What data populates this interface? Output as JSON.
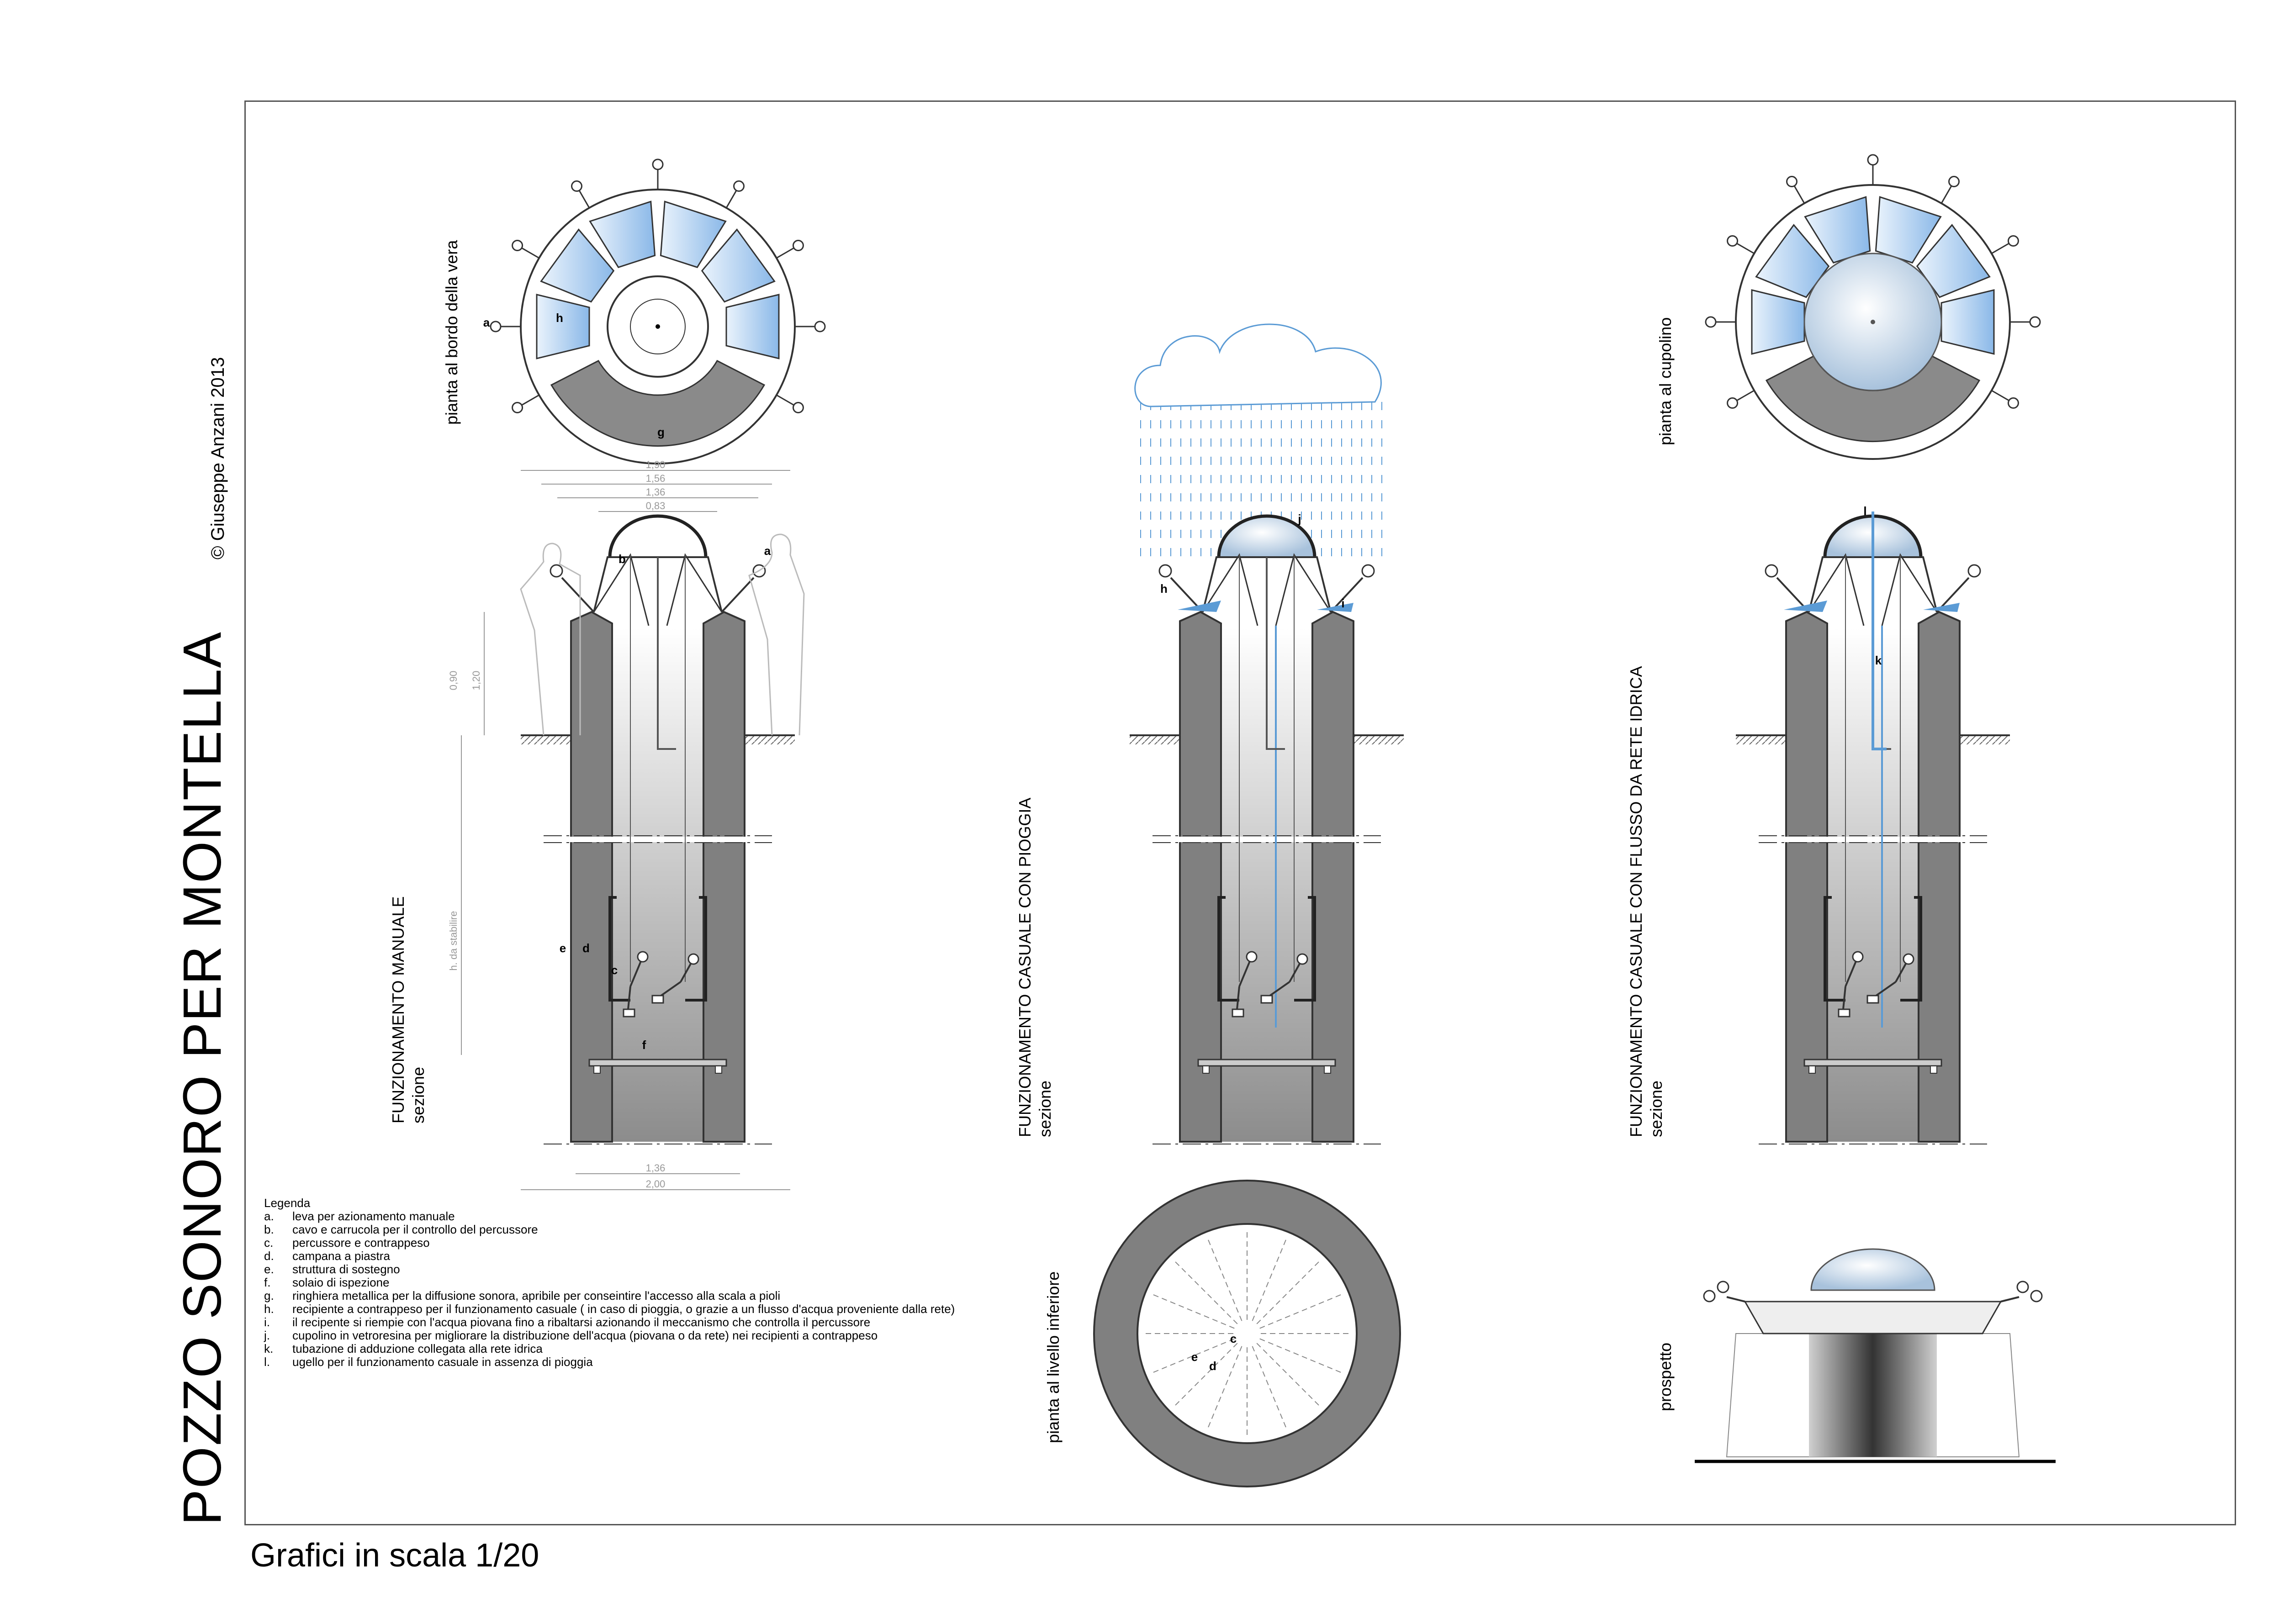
{
  "title": "POZZO SONORO PER MONTELLA",
  "copyright": "© Giuseppe Anzani 2013",
  "scale_note": "Grafici in scala 1/20",
  "views": {
    "plan_rim": "pianta al bordo della vera",
    "plan_dome": "pianta al cupolino",
    "plan_lower": "pianta al livello inferiore",
    "elevation": "prospetto",
    "section_manual": {
      "title": "FUNZIONAMENTO MANUALE",
      "sub": "sezione"
    },
    "section_rain": {
      "title": "FUNZIONAMENTO CASUALE CON PIOGGIA",
      "sub": "sezione"
    },
    "section_network": {
      "title": "FUNZIONAMENTO CASUALE CON FLUSSO DA RETE IDRICA",
      "sub": "sezione"
    }
  },
  "dimensions": {
    "d1": "1,90",
    "d2": "1,56",
    "d3": "1,36",
    "d4": "0,83",
    "h1": "1,20",
    "h2": "0,90",
    "h3": "h. da stabilire",
    "b1": "1,36",
    "b2": "2,00"
  },
  "legend": {
    "title": "Legenda",
    "items": [
      {
        "key": "a.",
        "text": "leva per azionamento manuale"
      },
      {
        "key": "b.",
        "text": "cavo e carrucola per il controllo del percussore"
      },
      {
        "key": "c.",
        "text": "percussore e contrappeso"
      },
      {
        "key": "d.",
        "text": "campana a piastra"
      },
      {
        "key": "e.",
        "text": "struttura di sostegno"
      },
      {
        "key": "f.",
        "text": "solaio di ispezione"
      },
      {
        "key": "g.",
        "text": "ringhiera metallica per la diffusione sonora, apribile per conseintire l'accesso alla scala a pioli"
      },
      {
        "key": "h.",
        "text": "recipiente a contrappeso per il funzionamento casuale   ( in caso di pioggia, o grazie a un flusso d'acqua proveniente dalla rete)"
      },
      {
        "key": "i.",
        "text": "il recipente si riempie con l'acqua piovana fino a ribaltarsi azionando il meccanismo che controlla il percussore"
      },
      {
        "key": "j.",
        "text": "cupolino in vetroresina per migliorare la distribuzione dell'acqua   (piovana o da rete)   nei recipienti a contrappeso"
      },
      {
        "key": "k.",
        "text": "tubazione di adduzione collegata alla rete idrica"
      },
      {
        "key": "l.",
        "text": "ugello per il funzionamento casuale in assenza di pioggia"
      }
    ]
  },
  "marks": {
    "a": "a",
    "b": "b",
    "c": "c",
    "d": "d",
    "e": "e",
    "f": "f",
    "g": "g",
    "h": "h",
    "i": "i",
    "j": "j",
    "k": "k",
    "l": "l"
  },
  "colors": {
    "wall": "#808080",
    "water": "#5b9bd5",
    "glass": "#b9d6f2",
    "line": "#222222",
    "ghost": "#bbbbbb"
  }
}
